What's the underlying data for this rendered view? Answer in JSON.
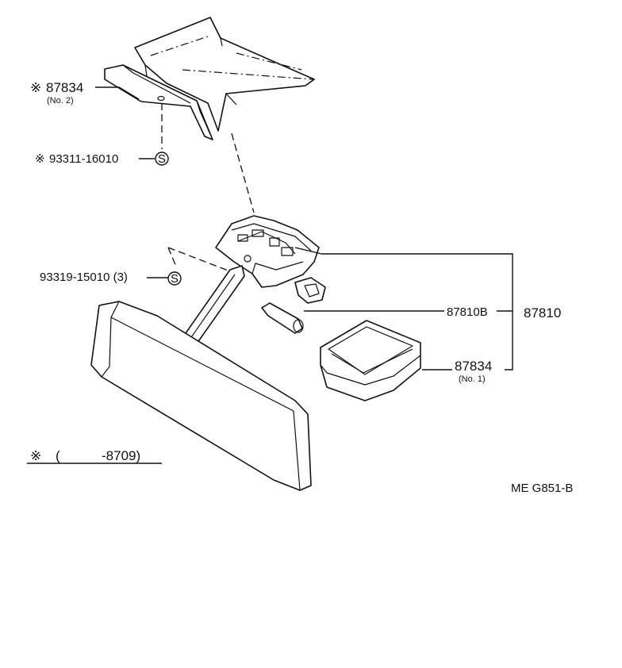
{
  "labels": {
    "bracket_part": "87834",
    "bracket_sub": "(No. 2)",
    "screw_top": "93311-16010",
    "screw_side": "93319-15010 (3)",
    "bulb_part": "87810B",
    "assembly_part": "87810",
    "cover_part": "87834",
    "cover_sub": "(No. 1)",
    "note_range": "-8709)",
    "note_open": "(",
    "drawing_code": "ME G851-B"
  },
  "symbols": {
    "note_mark": "※",
    "screw_mark": "S"
  }
}
